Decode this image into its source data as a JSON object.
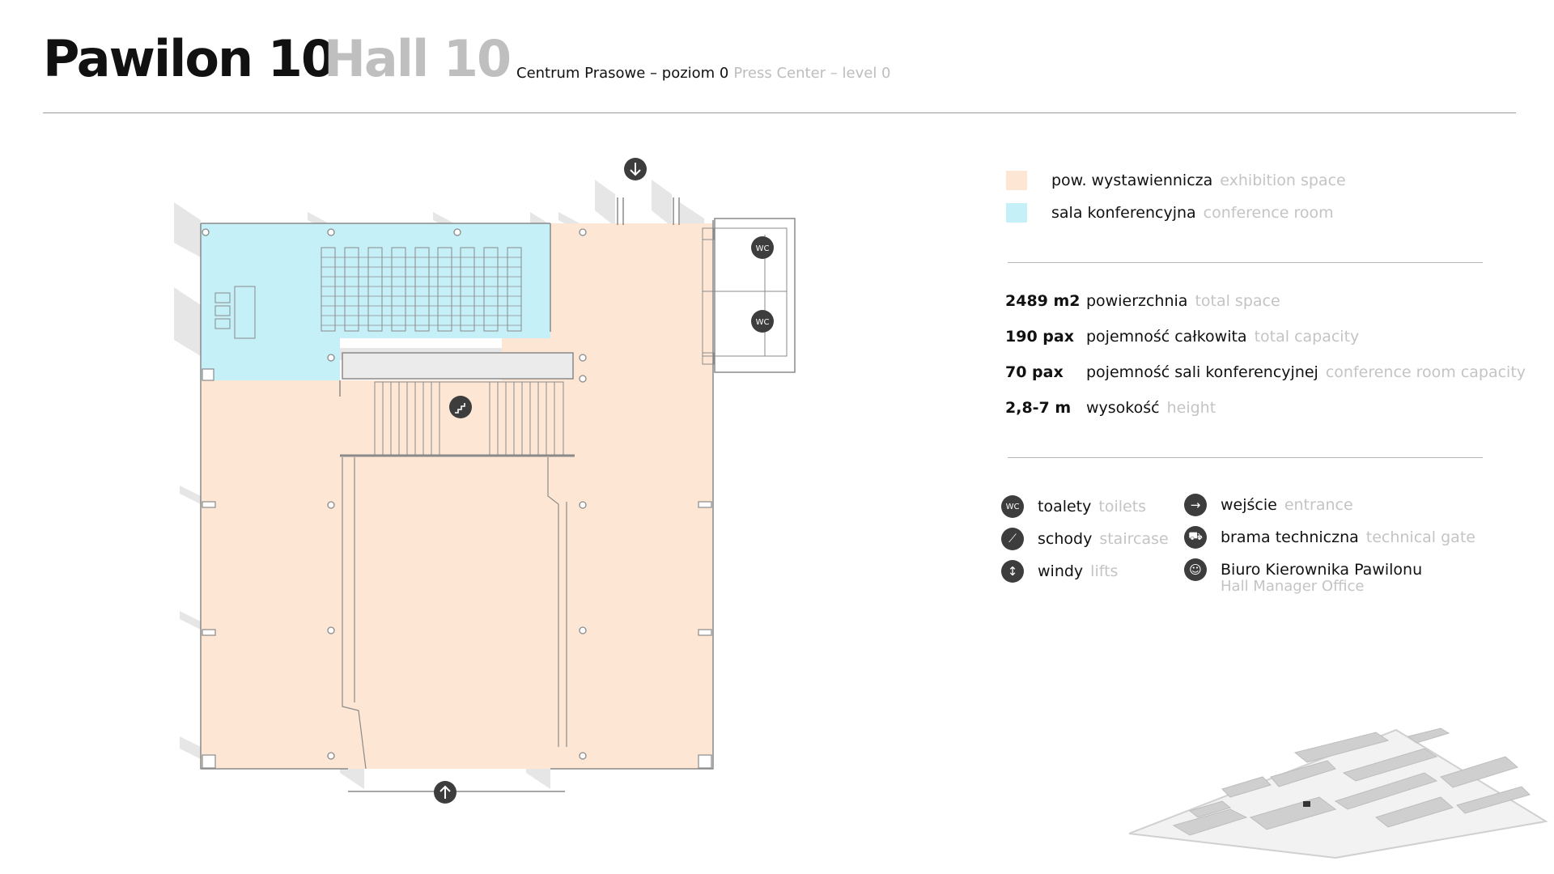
{
  "header": {
    "title_pl": "Pawilon 10",
    "title_en": "Hall 10",
    "subtitle_pl": "Centrum Prasowe – poziom 0",
    "subtitle_en": "Press Center – level 0"
  },
  "legend": {
    "areas": [
      {
        "label_pl": "pow. wystawiennicza",
        "label_en": "exhibition space",
        "color": "#fde7d4"
      },
      {
        "label_pl": "sala konferencyjna",
        "label_en": "conference room",
        "color": "#c6f0f8"
      }
    ]
  },
  "stats": [
    {
      "value": "2489 m2",
      "label_pl": "powierzchnia",
      "label_en": "total space"
    },
    {
      "value": "190 pax",
      "label_pl": "pojemność całkowita",
      "label_en": "total capacity"
    },
    {
      "value": "70 pax",
      "label_pl": "pojemność sali konferencyjnej",
      "label_en": "conference room capacity"
    },
    {
      "value": "2,8-7 m",
      "label_pl": "wysokość",
      "label_en": "height"
    }
  ],
  "icon_legend": {
    "left": [
      {
        "icon": "wc-icon",
        "glyph": "WC",
        "label_pl": "toalety",
        "label_en": "toilets"
      },
      {
        "icon": "staircase-icon",
        "glyph": "⟋",
        "label_pl": "schody",
        "label_en": "staircase"
      },
      {
        "icon": "lift-icon",
        "glyph": "↕",
        "label_pl": "windy",
        "label_en": "lifts"
      }
    ],
    "right": [
      {
        "icon": "entrance-icon",
        "glyph": "→",
        "label_pl": "wejście",
        "label_en": "entrance"
      },
      {
        "icon": "truck-icon",
        "glyph": "⛟",
        "label_pl": "brama techniczna",
        "label_en": "technical gate"
      },
      {
        "icon": "person-icon",
        "glyph": "☺",
        "label_pl": "Biuro Kierownika Pawilonu",
        "label_en": "Hall Manager Office"
      }
    ]
  },
  "map": {
    "markers": {
      "wc": "WC"
    }
  },
  "colors": {
    "exhibition": "#fde7d4",
    "conference": "#c6f0f8",
    "icon": "#3d3d3d",
    "wall": "#8a8a8a",
    "shadow": "#e6e6e6"
  }
}
